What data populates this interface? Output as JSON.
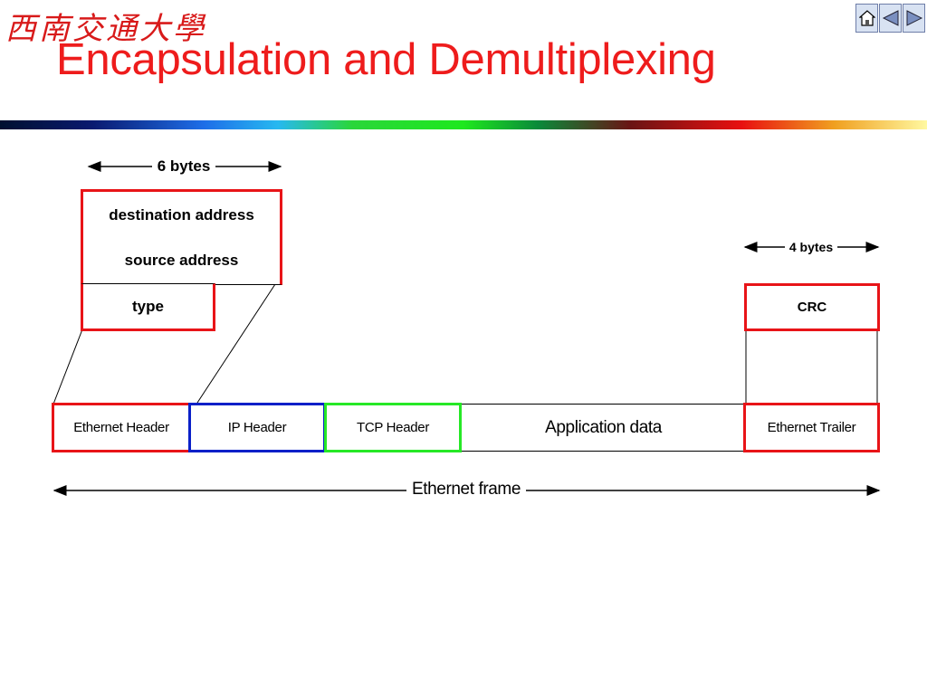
{
  "slide": {
    "title": "Encapsulation and Demultiplexing",
    "logo_text": "西南交通大學"
  },
  "nav": {
    "home_icon": "home-icon",
    "prev_icon": "triangle-left-icon",
    "next_icon": "triangle-right-icon"
  },
  "header_detail": {
    "dimension": "6 bytes",
    "destination": "destination address",
    "source": "source address",
    "type": "type"
  },
  "trailer_detail": {
    "dimension": "4 bytes",
    "crc": "CRC"
  },
  "frame": {
    "ethernet_header": "Ethernet Header",
    "ip_header": "IP Header",
    "tcp_header": "TCP Header",
    "application_data": "Application data",
    "ethernet_trailer": "Ethernet Trailer",
    "span_label": "Ethernet frame"
  },
  "colors": {
    "title": "#ee1c1c",
    "ethernet": "#e81418",
    "ip": "#0a20c8",
    "tcp": "#26e826"
  }
}
